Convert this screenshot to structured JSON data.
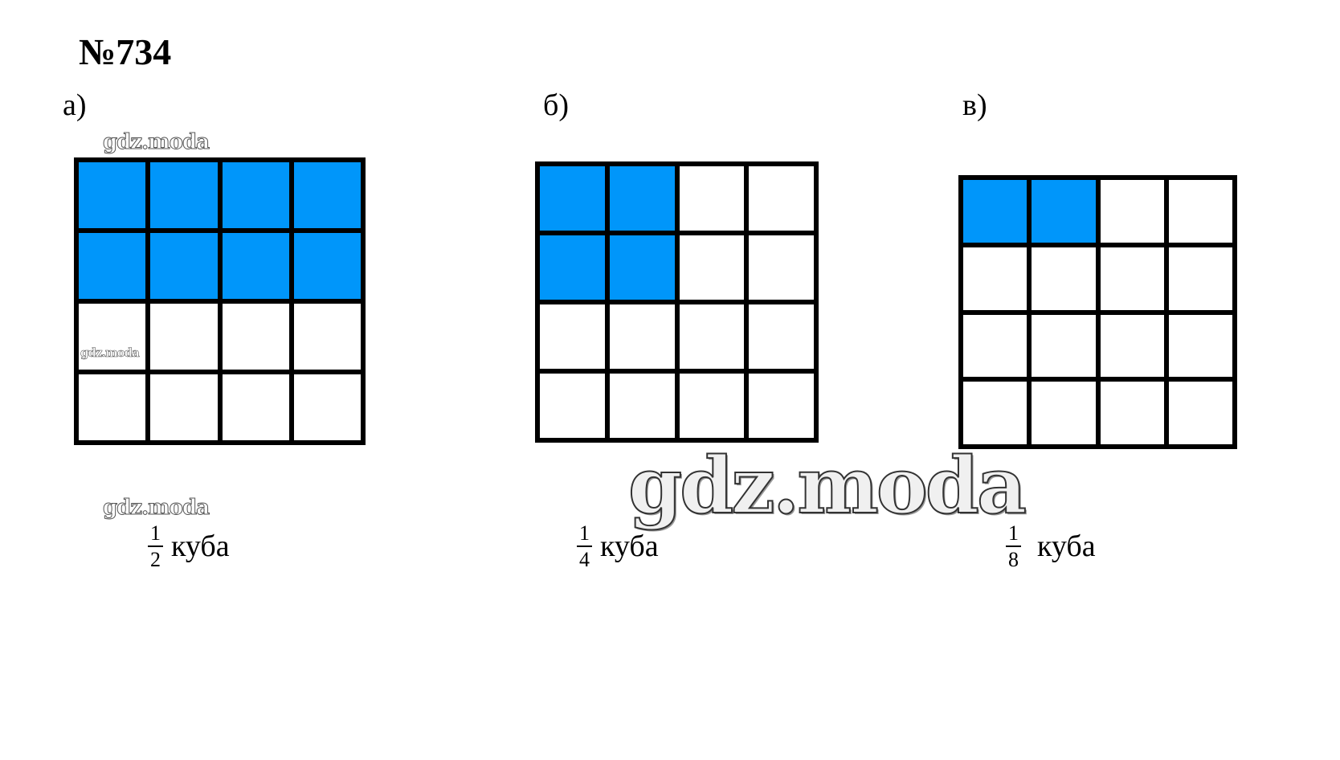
{
  "problem": {
    "number": "№734"
  },
  "parts": [
    {
      "label": "а)",
      "grid": {
        "rows": 4,
        "cols": 4,
        "filled": [
          [
            1,
            1,
            1,
            1
          ],
          [
            1,
            1,
            1,
            1
          ],
          [
            0,
            0,
            0,
            0
          ],
          [
            0,
            0,
            0,
            0
          ]
        ]
      },
      "answer": {
        "numerator": "1",
        "denominator": "2",
        "unit": "куба"
      }
    },
    {
      "label": "б)",
      "grid": {
        "rows": 4,
        "cols": 4,
        "filled": [
          [
            1,
            1,
            0,
            0
          ],
          [
            1,
            1,
            0,
            0
          ],
          [
            0,
            0,
            0,
            0
          ],
          [
            0,
            0,
            0,
            0
          ]
        ]
      },
      "answer": {
        "numerator": "1",
        "denominator": "4",
        "unit": "куба"
      }
    },
    {
      "label": "в)",
      "grid": {
        "rows": 4,
        "cols": 4,
        "filled": [
          [
            1,
            1,
            0,
            0
          ],
          [
            0,
            0,
            0,
            0
          ],
          [
            0,
            0,
            0,
            0
          ],
          [
            0,
            0,
            0,
            0
          ]
        ]
      },
      "answer": {
        "numerator": "1",
        "denominator": "8",
        "unit": "куба"
      }
    }
  ],
  "colors": {
    "filled_cell": "#0096fa",
    "empty_cell": "#ffffff",
    "grid_line": "#000000"
  },
  "watermarks": {
    "text_1": "gdz.moda",
    "text_2": "gdz.moda",
    "text_3": "gdz.moda",
    "text_4": "gdz.moda"
  }
}
